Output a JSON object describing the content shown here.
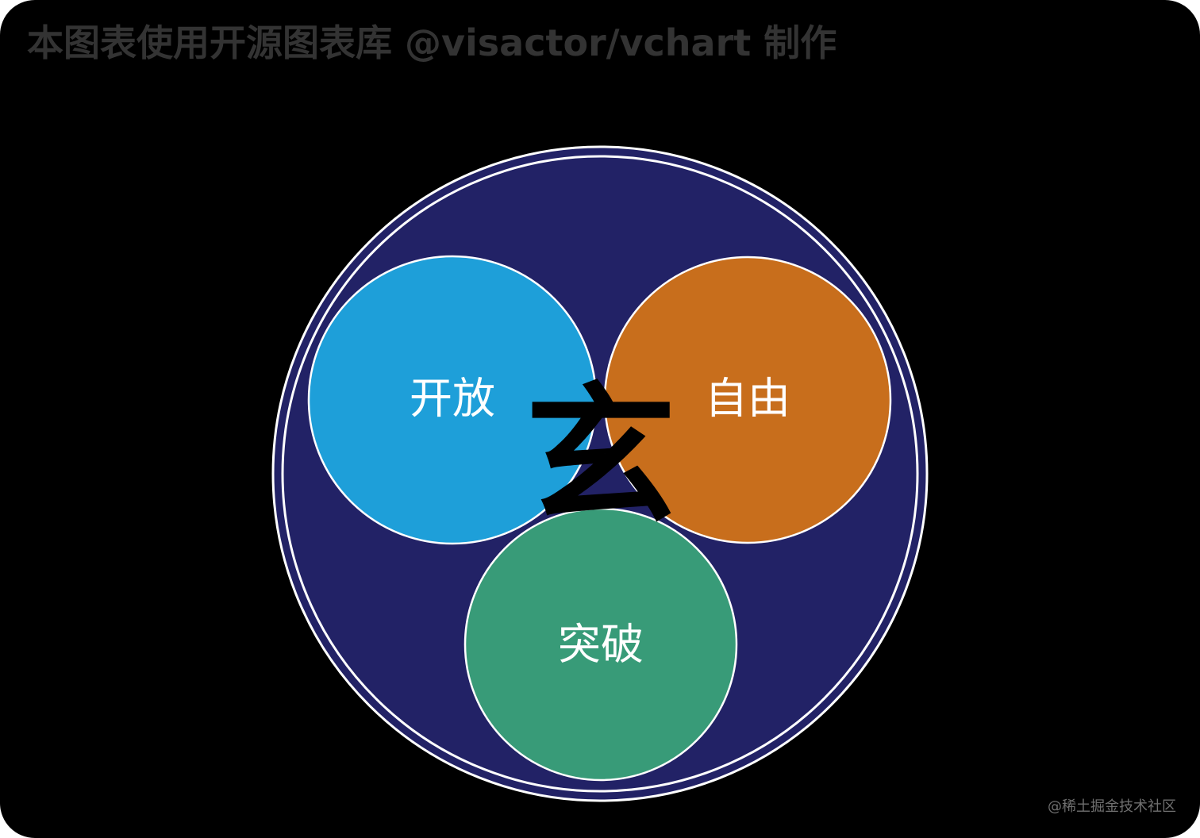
{
  "header": {
    "watermark": "本图表使用开源图表库 @visactor/vchart 制作"
  },
  "footer": {
    "watermark": "@稀土掘金技术社区"
  },
  "diagram": {
    "center_label": "玄",
    "circles": [
      {
        "label": "开放",
        "color": "#1e9fd9"
      },
      {
        "label": "自由",
        "color": "#c86e1c"
      },
      {
        "label": "突破",
        "color": "#389b78"
      }
    ],
    "outer_color": "#222266",
    "background": "#000000"
  }
}
